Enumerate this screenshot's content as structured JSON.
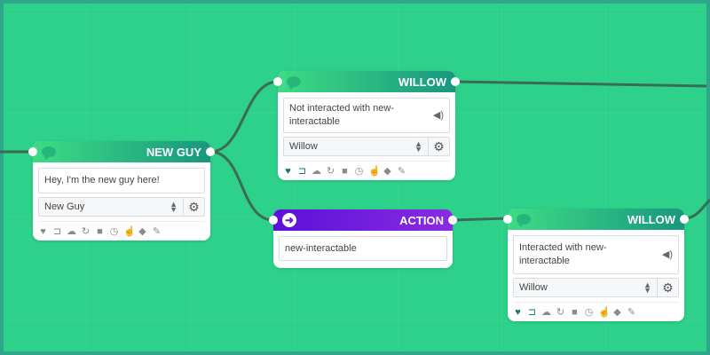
{
  "nodes": {
    "new_guy": {
      "title": "NEW GUY",
      "text": "Hey, I'm the new guy here!",
      "character": "New Guy",
      "icons": [
        "heart-icon",
        "mic-icon",
        "thought-icon",
        "refresh-icon",
        "stop-icon",
        "clock-icon",
        "pointer-icon",
        "tag-icon",
        "pencil-icon"
      ]
    },
    "willow_top": {
      "title": "WILLOW",
      "text": "Not interacted with new-interactable",
      "character": "Willow"
    },
    "action": {
      "title": "ACTION",
      "text": "new-interactable"
    },
    "willow_bottom": {
      "title": "WILLOW",
      "text": "Interacted with new-interactable",
      "character": "Willow"
    }
  },
  "glyphs": {
    "heart": "♥",
    "mic": "⊐",
    "thought": "☁",
    "refresh": "↻",
    "stop": "■",
    "clock": "◷",
    "pointer": "☝",
    "tag": "◆",
    "pencil": "✎",
    "gear": "⚙",
    "speaker": "◀)",
    "arrow": "➜",
    "updown_up": "▲",
    "updown_down": "▼"
  },
  "colors": {
    "canvas": "#2ed18a",
    "dialogue_header_start": "#3ddc84",
    "dialogue_header_end": "#18977f",
    "action_header_start": "#5c10d8",
    "action_header_end": "#8a2be2",
    "wire": "#2e6a55"
  }
}
